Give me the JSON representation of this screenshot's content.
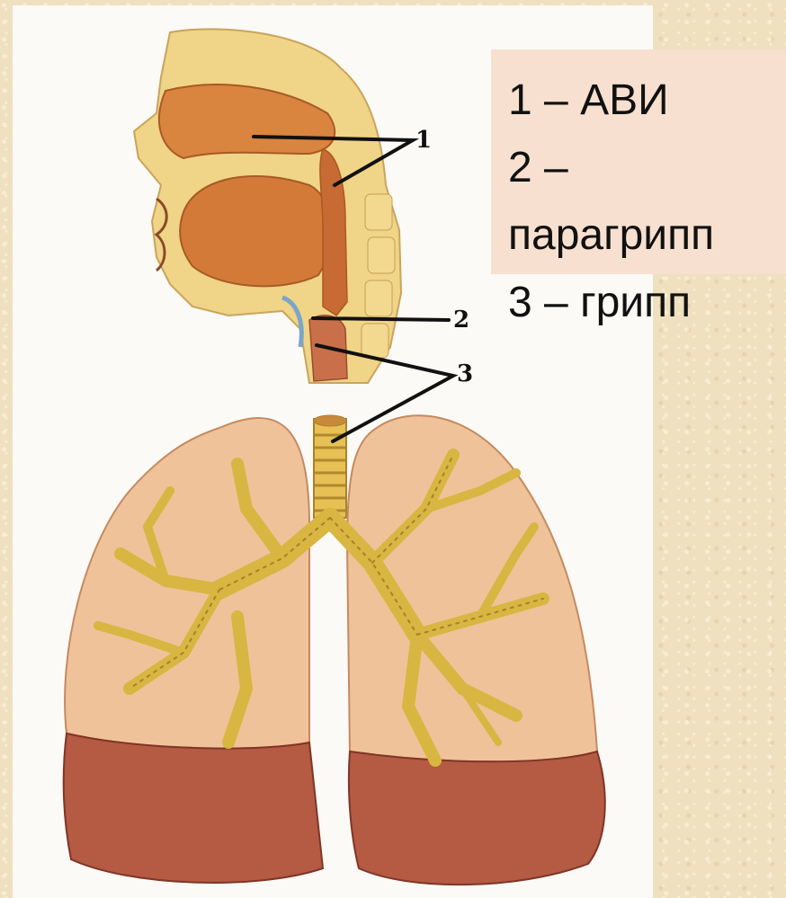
{
  "diagram": {
    "callouts": [
      {
        "number": "1"
      },
      {
        "number": "2"
      },
      {
        "number": "3"
      }
    ]
  },
  "legend": {
    "items": [
      {
        "text": "1 – АВИ"
      },
      {
        "text": "2 –"
      },
      {
        "text": "парагрипп"
      },
      {
        "text": "3 – грипп"
      }
    ]
  },
  "colors": {
    "page_background": "#efe0bf",
    "panel_background": "#fbfaf6",
    "legend_background": "#f7e0cf",
    "tissue": "#d9843f",
    "bone": "#f0d488",
    "lung": "#f0c29a",
    "lower_lobe": "#b55a43",
    "bronchi": "#d8b641"
  }
}
